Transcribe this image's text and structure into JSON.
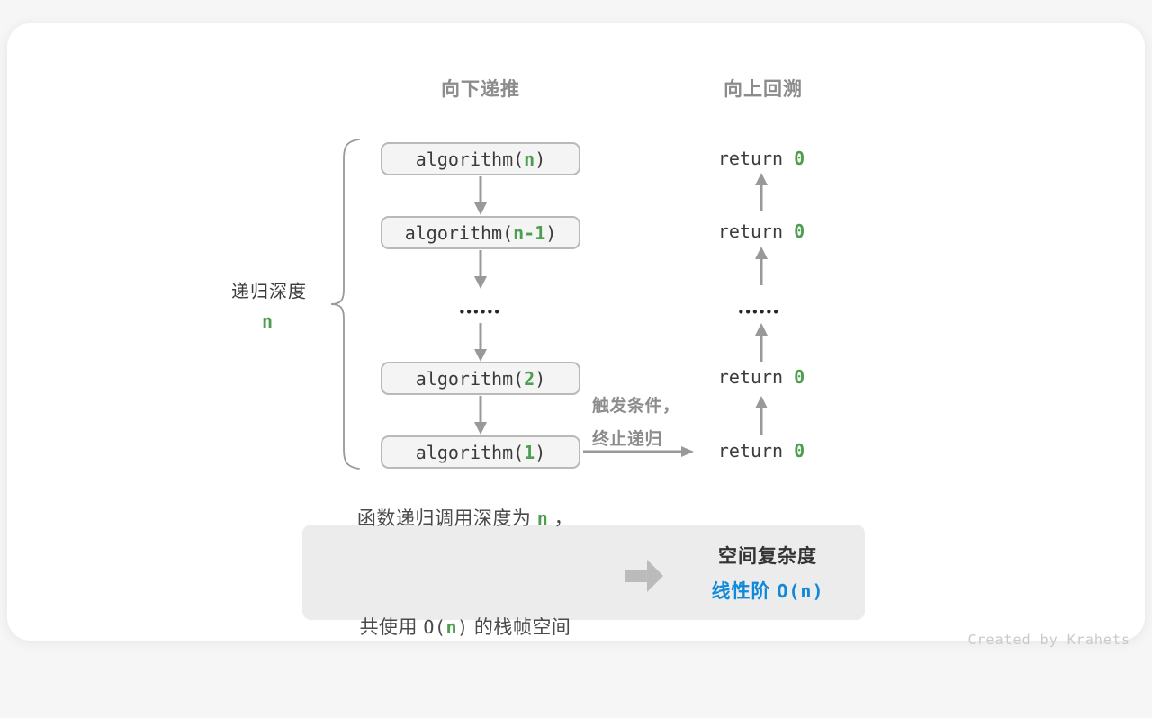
{
  "headers": {
    "descend": "向下递推",
    "backtrack": "向上回溯"
  },
  "depth_label": {
    "text": "递归深度",
    "value": "n"
  },
  "stack": [
    {
      "pre": "algorithm(",
      "arg": "n",
      "post": ")"
    },
    {
      "pre": "algorithm(",
      "arg": "n-1",
      "post": ")"
    },
    {
      "pre": "algorithm(",
      "arg": "2",
      "post": ")"
    },
    {
      "pre": "algorithm(",
      "arg": "1",
      "post": ")"
    }
  ],
  "returns": [
    {
      "kw": "return ",
      "val": "0"
    },
    {
      "kw": "return ",
      "val": "0"
    },
    {
      "kw": "return ",
      "val": "0"
    },
    {
      "kw": "return ",
      "val": "0"
    }
  ],
  "ellipsis": "••••••",
  "trigger_note": {
    "line1": "触发条件，",
    "line2": "终止递归"
  },
  "summary": {
    "left_line1": {
      "pre": "函数递归调用深度为 ",
      "code": "n",
      "post": " ，"
    },
    "left_line2": {
      "pre": "共使用 ",
      "code_pre": "O(",
      "code_arg": "n",
      "code_post": ")",
      "post": " 的栈帧空间"
    },
    "title": "空间复杂度",
    "result_pre": "线性阶 ",
    "result_code": "O(n)"
  },
  "watermark": "Created by Krahets",
  "colors": {
    "green": "#4e9e50",
    "blue": "#1089db",
    "arrow_gray": "#999999",
    "box_border": "#b9b9b9",
    "box_fill": "#f4f4f4",
    "summary_fill": "#ececec",
    "header_gray": "#8c8c8c"
  }
}
